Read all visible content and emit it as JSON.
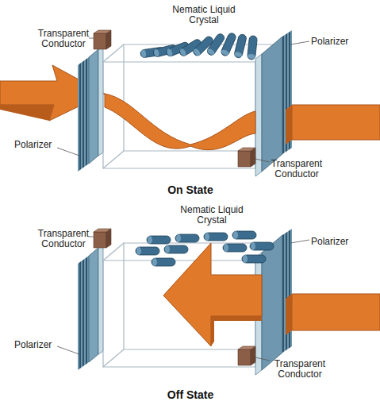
{
  "diagram": {
    "labels": [
      "Nematic Liquid Crystal",
      "Transparent Conductor",
      "Polarizer",
      "Polarizer",
      "Transparent Conductor",
      "On State",
      "Nematic Liquid Crystal",
      "Transparent Conductor",
      "Polarizer",
      "Polarizer",
      "Transparent Conductor",
      "Off State"
    ]
  }
}
